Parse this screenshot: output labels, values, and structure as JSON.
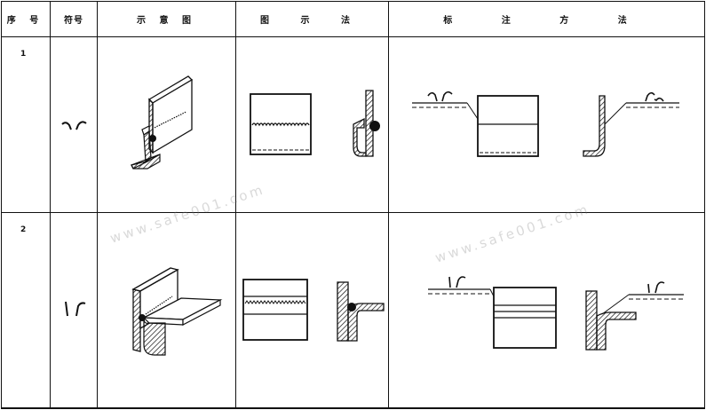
{
  "table": {
    "headers": {
      "index": "序 号",
      "symbol": "符号",
      "diagram": "示 意 图",
      "illustration": "图 示 法",
      "annotation": "标 注 方 法"
    },
    "rows": [
      {
        "index": "1"
      },
      {
        "index": "2"
      }
    ]
  },
  "watermark": {
    "text1": "www.safe001.com",
    "text2": "www.safe001.com"
  }
}
